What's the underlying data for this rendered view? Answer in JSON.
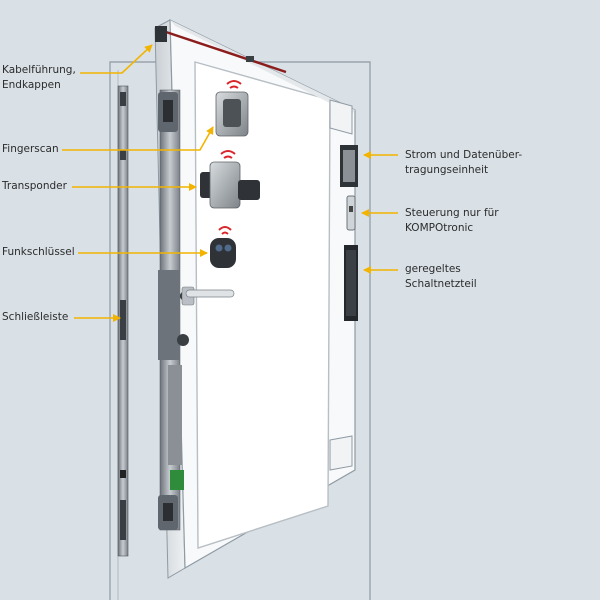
{
  "labels": {
    "cable": [
      "Kabelführung,",
      "Endkappen"
    ],
    "fingerscan": "Fingerscan",
    "transponder": "Transponder",
    "funk": "Funkschlüssel",
    "schliess": "Schließleiste",
    "strom": [
      "Strom und  Datenüber-",
      "tragungseinheit"
    ],
    "steuerung": [
      "Steuerung nur für",
      "KOMPOtronic"
    ],
    "netzteil": [
      "geregeltes",
      "Schaltnetzteil"
    ]
  },
  "colors": {
    "background": "#d9e1e7",
    "arrow": "#f2b400",
    "wireless": "#d8262b",
    "frame_outline": "#8f9aa3",
    "door_face": "#f8f9fa"
  }
}
